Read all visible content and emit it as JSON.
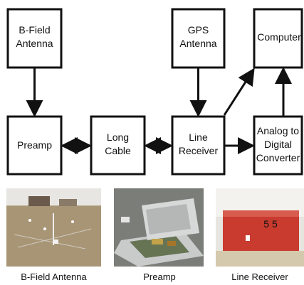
{
  "diagram": {
    "blocks": {
      "bfield_antenna": [
        "B-Field",
        "Antenna"
      ],
      "gps_antenna": [
        "GPS",
        "Antenna"
      ],
      "computer": [
        "Computer"
      ],
      "preamp": [
        "Preamp"
      ],
      "long_cable": [
        "Long",
        "Cable"
      ],
      "line_receiver": [
        "Line",
        "Receiver"
      ],
      "adc": [
        "Analog to",
        "Digital",
        "Converter"
      ]
    }
  },
  "photos": {
    "bfield_antenna": {
      "caption": "B-Field Antenna"
    },
    "preamp": {
      "caption": "Preamp"
    },
    "line_receiver": {
      "caption": "Line Receiver",
      "label_text": "5 5"
    }
  },
  "colors": {
    "stroke": "#111111",
    "box_fill": "#ffffff",
    "receiver_box": "#c83b2e"
  }
}
